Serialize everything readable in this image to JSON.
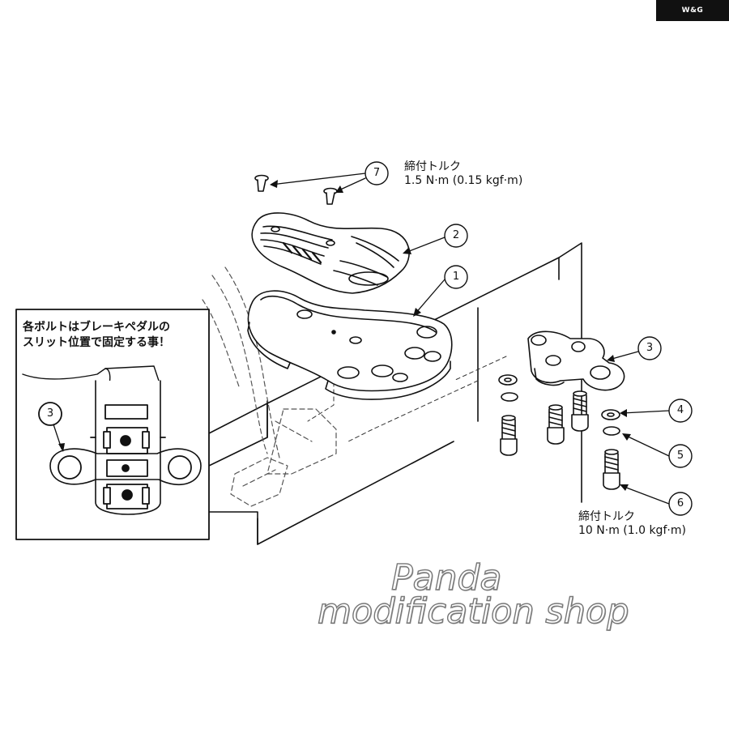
{
  "brand_tag": "W&G",
  "note_lines": [
    "各ボルトはブレーキペダルの",
    "スリット位置で固定する事！"
  ],
  "torque_top": {
    "heading": "締付トルク",
    "value": "1.5 N·m (0.15 kgf·m)"
  },
  "torque_bottom": {
    "heading": "締付トルク",
    "value": "10 N·m (1.0 kgf·m)"
  },
  "callouts": {
    "c1": "1",
    "c2": "2",
    "c3": "3",
    "c4": "4",
    "c5": "5",
    "c6": "6",
    "c7": "7",
    "inset3": "3"
  },
  "watermark": {
    "line1": "Panda",
    "line2": "modification shop"
  }
}
